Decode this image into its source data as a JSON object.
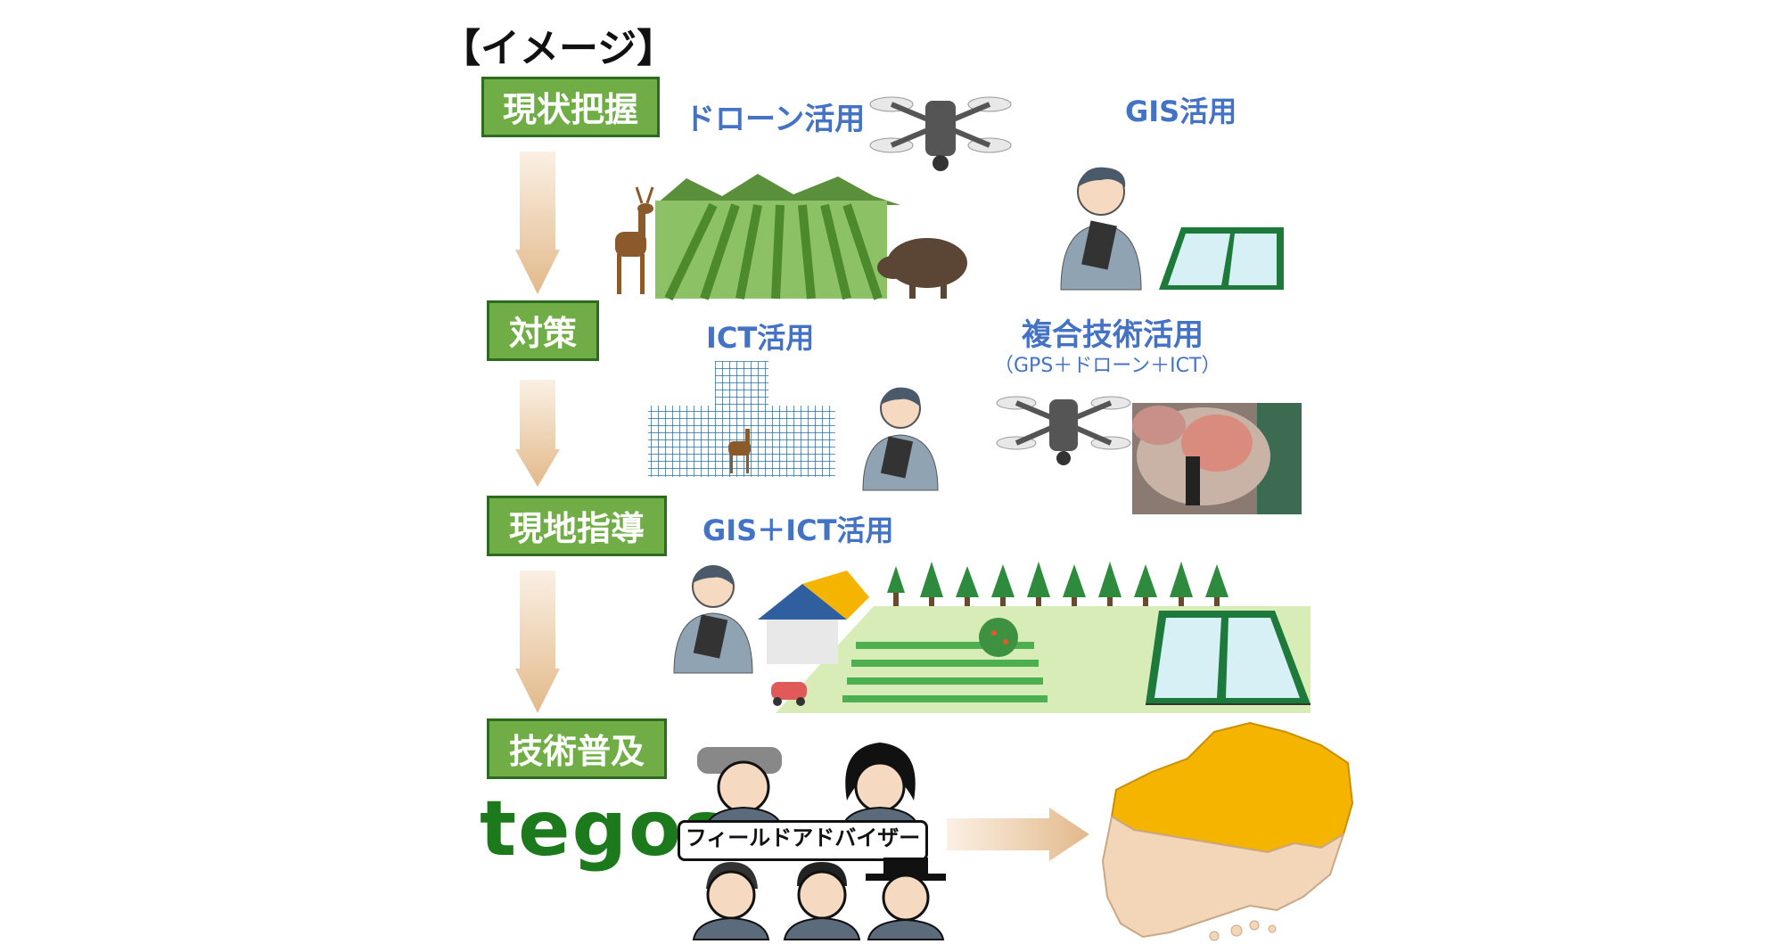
{
  "title": "【イメージ】",
  "steps": [
    {
      "label": "現状把握"
    },
    {
      "label": "対策"
    },
    {
      "label": "現地指導"
    },
    {
      "label": "技術普及"
    }
  ],
  "labels": {
    "drone": "ドローン活用",
    "gis": "GIS活用",
    "ict": "ICT活用",
    "complex": "複合技術活用",
    "complex_sub": "（GPS＋ドローン＋ICT）",
    "gis_ict": "GIS＋ICT活用"
  },
  "field_adviser": "フィールドアドバイザー",
  "logo": "tegos",
  "colors": {
    "step_fill": "#70ad47",
    "step_border": "#2f6b1e",
    "label_blue": "#4472c4",
    "arrow": "#e9c9a0",
    "map_yellow": "#f4b400",
    "map_beige": "#f3d6b8"
  }
}
